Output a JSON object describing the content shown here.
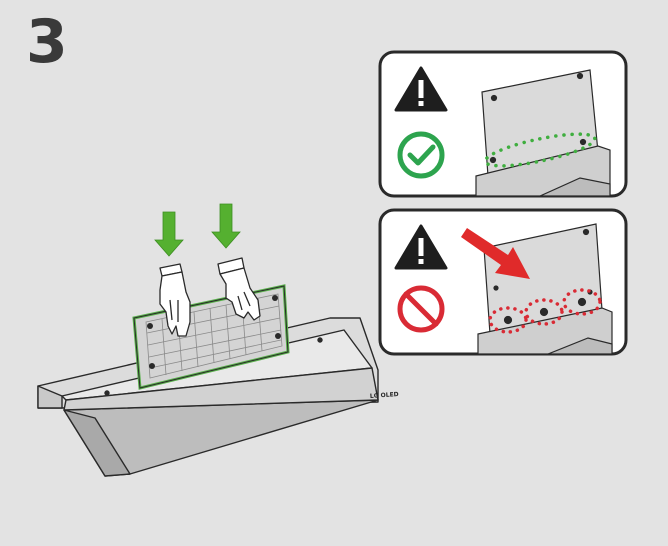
{
  "step": {
    "number": "3"
  },
  "stand": {
    "logo_text": "LG OLED"
  },
  "panels": [
    {
      "kind": "correct",
      "warning_icon": "warning-triangle-icon",
      "status_icon": "check-circle-icon",
      "status_color": "#2da44e"
    },
    {
      "kind": "incorrect",
      "warning_icon": "warning-triangle-icon",
      "status_icon": "prohibited-circle-icon",
      "status_color": "#d92b35"
    }
  ],
  "colors": {
    "background": "#e3e3e3",
    "arrow_green": "#55b030",
    "arrow_red": "#e02a2a",
    "highlight_green": "#3fae3f",
    "highlight_red": "#d92b35",
    "outline": "#2a2a2a"
  }
}
